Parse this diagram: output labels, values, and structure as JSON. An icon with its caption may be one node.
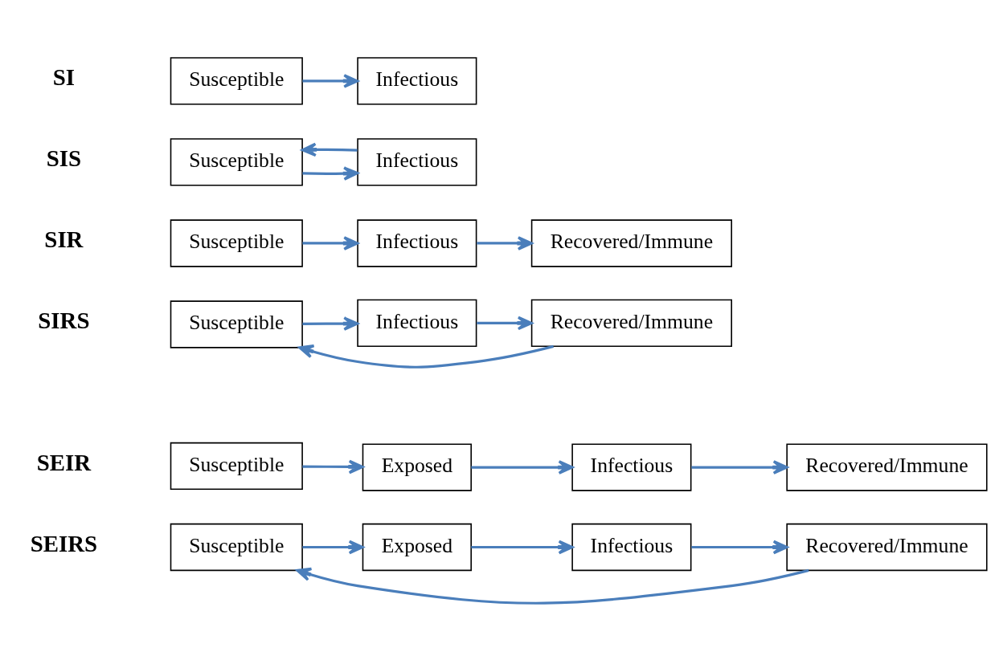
{
  "diagram": {
    "nodes": [
      {
        "text": [
          "Susceptible"
        ]
      },
      {
        "text": [
          "Infectious"
        ]
      },
      {
        "text": [
          "Susceptible"
        ]
      },
      {
        "text": [
          "Infectious"
        ]
      },
      {
        "text": [
          "Susceptible"
        ]
      },
      {
        "text": [
          "Infectious"
        ]
      },
      {
        "text": [
          "Recovered/Immune"
        ]
      },
      {
        "text": [
          "Susceptible"
        ]
      },
      {
        "text": [
          "Infectious"
        ]
      },
      {
        "text": [
          "Recovered/Immune"
        ]
      },
      {
        "text": [
          "Susceptible"
        ]
      },
      {
        "text": [
          "Exposed"
        ]
      },
      {
        "text": [
          "Infectious"
        ]
      },
      {
        "text": [
          "Recovered/Immune"
        ]
      },
      {
        "text": [
          "Susceptible"
        ]
      },
      {
        "text": [
          "Exposed"
        ]
      },
      {
        "text": [
          "Infectious"
        ]
      },
      {
        "text": [
          "Recovered/Immune"
        ]
      }
    ],
    "edges": [
      {
        "from": 0,
        "to": 1,
        "arrow": "to"
      },
      {
        "from": 2,
        "to": 3,
        "arrow": "to"
      },
      {
        "from": 3,
        "to": 2,
        "arrow": "to"
      },
      {
        "from": 4,
        "to": 5,
        "arrow": "to"
      },
      {
        "from": 5,
        "to": 6,
        "arrow": "to"
      },
      {
        "from": 7,
        "to": 8,
        "arrow": "to"
      },
      {
        "from": 8,
        "to": 9,
        "arrow": "to"
      },
      {
        "from": 9,
        "to": 7,
        "arrow": "to"
      },
      {
        "from": 10,
        "to": 11,
        "arrow": "to"
      },
      {
        "from": 11,
        "to": 12,
        "arrow": "to"
      },
      {
        "from": 12,
        "to": 13,
        "arrow": "to"
      },
      {
        "from": 14,
        "to": 15,
        "arrow": "to"
      },
      {
        "from": 15,
        "to": 16,
        "arrow": "to"
      },
      {
        "from": 16,
        "to": 17,
        "arrow": "to"
      },
      {
        "from": 17,
        "to": 14,
        "arrow": "to"
      }
    ],
    "labels": [
      "SI",
      "SIS",
      "SIR",
      "SIRS",
      "SEIR",
      "SEIRS"
    ]
  }
}
